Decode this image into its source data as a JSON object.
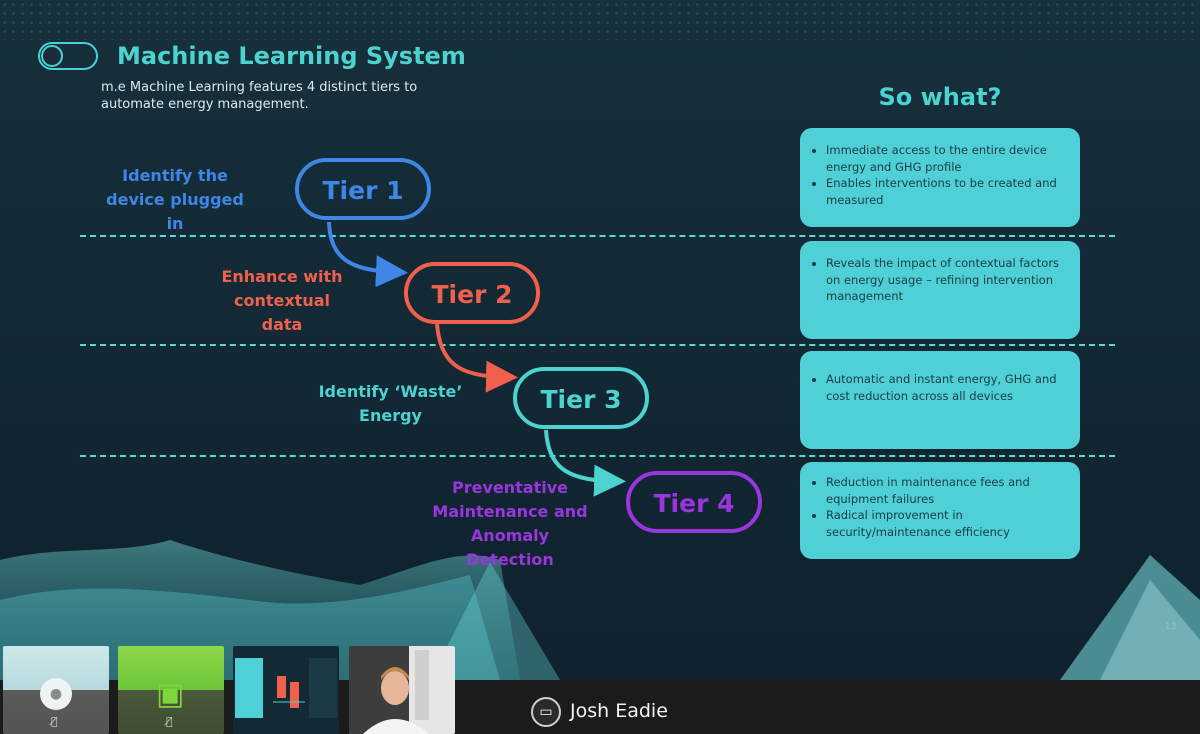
{
  "slide": {
    "title": "Machine Learning System",
    "subtitle": "m.e Machine Learning features 4 distinct tiers to automate energy management.",
    "so_what_heading": "So what?",
    "page_number": "13"
  },
  "tiers": [
    {
      "label": "Tier 1",
      "description": "Identify the device plugged in",
      "color": "#3f86e6"
    },
    {
      "label": "Tier 2",
      "description": "Enhance with contextual data",
      "color": "#f0604d"
    },
    {
      "label": "Tier 3",
      "description": "Identify ‘Waste’ Energy",
      "color": "#4dd3cf"
    },
    {
      "label": "Tier 4",
      "description": "Preventative Maintenance and Anomaly Detection",
      "color": "#9a36e0"
    }
  ],
  "cards": [
    {
      "bullets": [
        "Immediate access to the entire device energy and GHG profile",
        "Enables interventions to be created and measured"
      ]
    },
    {
      "bullets": [
        "Reveals the impact of contextual factors on energy usage – refining intervention management"
      ]
    },
    {
      "bullets": [
        "Automatic and instant energy, GHG and cost reduction across all devices"
      ]
    },
    {
      "bullets": [
        "Reduction in maintenance fees and equipment failures",
        "Radical improvement in security/maintenance efficiency"
      ]
    }
  ],
  "colors": {
    "accent": "#4dd3cf",
    "card_background": "#4fd0d6",
    "slide_background": "#122733"
  },
  "meeting": {
    "presenter_name": "Josh Eadie",
    "presenter_icon": "screen-share-icon",
    "participant_icons": [
      "user-icon",
      "space-invader-icon",
      "slide-thumbnail",
      "camera-video"
    ],
    "mic_icon": "mic-muted-icon"
  }
}
